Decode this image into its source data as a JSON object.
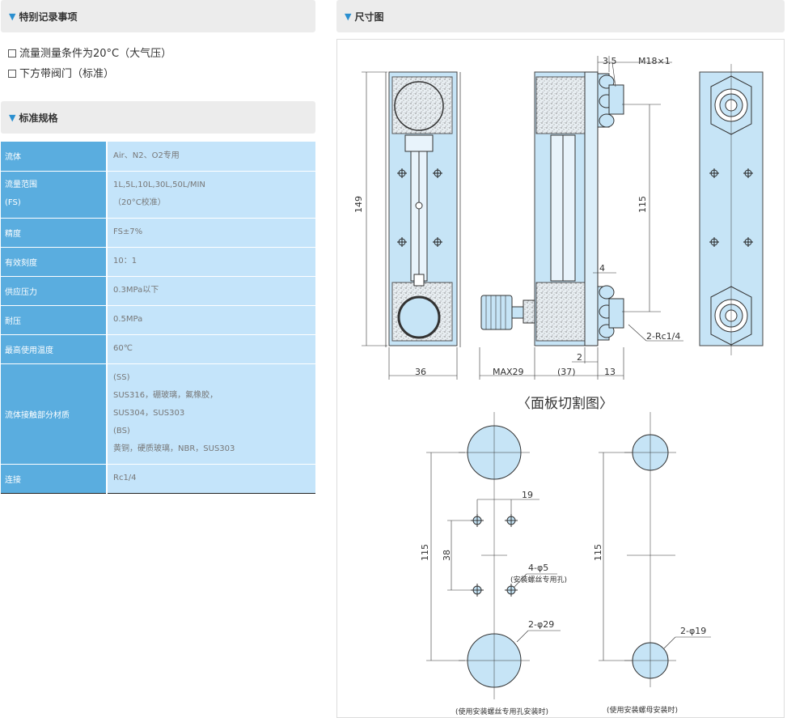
{
  "left": {
    "special_title": "特别记录事项",
    "notes": [
      "流量测量条件为20°C（大气压）",
      "下方带阀门（标准）"
    ],
    "spec_title": "标准规格",
    "specs": [
      {
        "key": "流体",
        "value": [
          "Air、N2、O2专用"
        ]
      },
      {
        "key": "流量范围\n(FS)",
        "value": [
          "1L,5L,10L,30L,50L/MIN",
          "（20°C校准）"
        ]
      },
      {
        "key": "精度",
        "value": [
          "FS±7%"
        ]
      },
      {
        "key": "有效刻度",
        "value": [
          "10：1"
        ]
      },
      {
        "key": "供应压力",
        "value": [
          "0.3MPa以下"
        ]
      },
      {
        "key": "耐压",
        "value": [
          "0.5MPa"
        ]
      },
      {
        "key": "最高使用温度",
        "value": [
          "60℃"
        ]
      },
      {
        "key": "流体接触部分材质",
        "value": [
          "(SS)",
          "SUS316，硼玻璃，氟橡胶，",
          "SUS304，SUS303",
          "(BS)",
          "黄铜，硬质玻璃，NBR，SUS303"
        ]
      },
      {
        "key": "连接",
        "value": [
          "Rc1/4"
        ]
      }
    ]
  },
  "right": {
    "dim_title": "尺寸图",
    "dims": {
      "d3_5": "3.5",
      "m18": "M18×1",
      "d149": "149",
      "d115": "115",
      "d4": "4",
      "rc": "2-Rc1/4",
      "d2": "2",
      "d36": "36",
      "max29": "MAX29",
      "d37": "(37)",
      "d13": "13"
    },
    "panel_title": "〈面板切割图〉",
    "panel": {
      "d19": "19",
      "d38": "38",
      "d115a": "115",
      "d115b": "115",
      "phi5": "4-φ5",
      "phi5_note": "(安装螺丝专用孔)",
      "phi29": "2-φ29",
      "phi19": "2-φ19",
      "cap_left": "(使用安装螺丝专用孔安装时)",
      "cap_right": "(使用安装螺母安装时)"
    }
  },
  "colors": {
    "accent": "#2a8fd0",
    "key_bg": "#5aaddf",
    "val_bg": "#c4e4fa",
    "body_fill": "#c6e4f6"
  }
}
